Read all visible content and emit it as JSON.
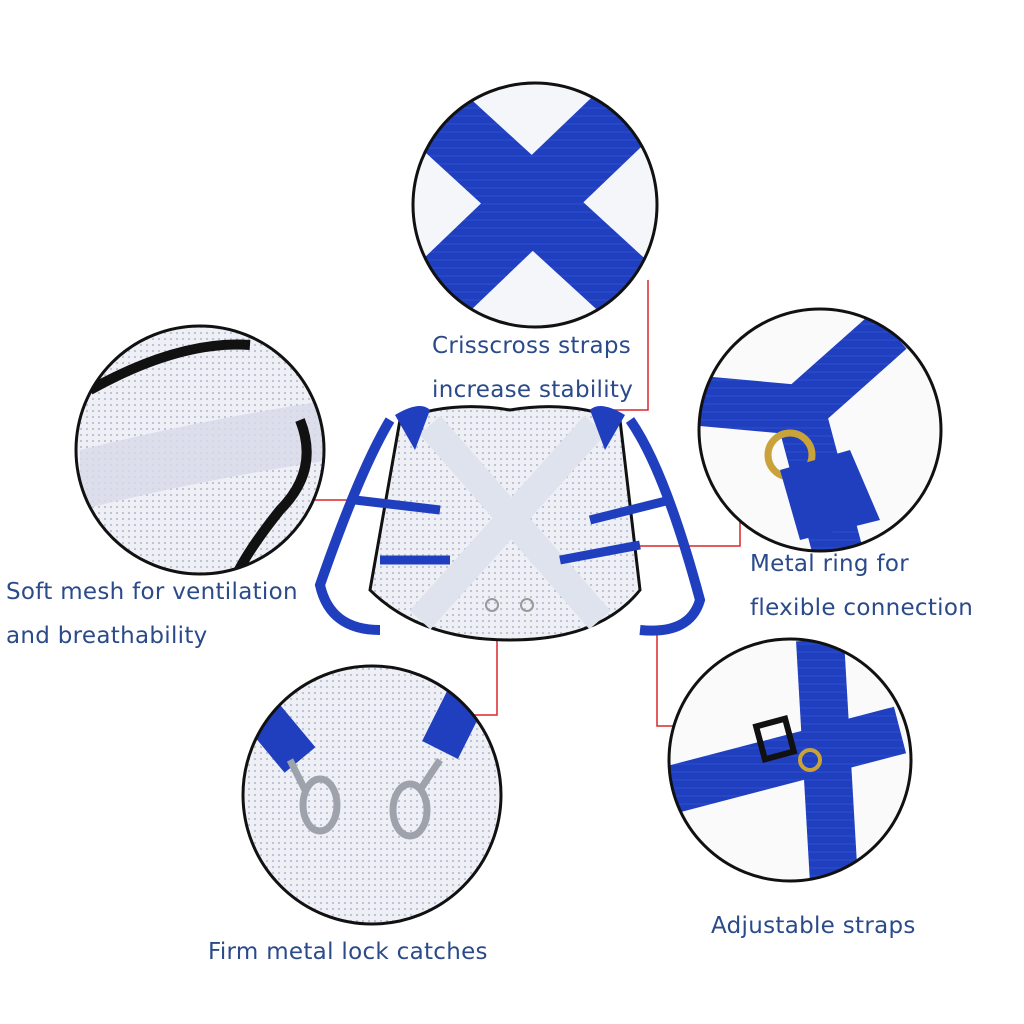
{
  "colors": {
    "strap": "#1f3fbf",
    "text": "#2a4a8a",
    "leader": "#d9262c",
    "mesh": "#e6e9f2"
  },
  "callouts": {
    "crisscross": {
      "line1": "Crisscross straps",
      "line2": "increase stability"
    },
    "mesh": {
      "line1": "Soft mesh for ventilation",
      "line2": "and breathability"
    },
    "ring": {
      "line1": "Metal ring for",
      "line2": "flexible connection"
    },
    "catches": {
      "line1": "Firm metal lock catches"
    },
    "adjustable": {
      "line1": "Adjustable straps"
    }
  }
}
